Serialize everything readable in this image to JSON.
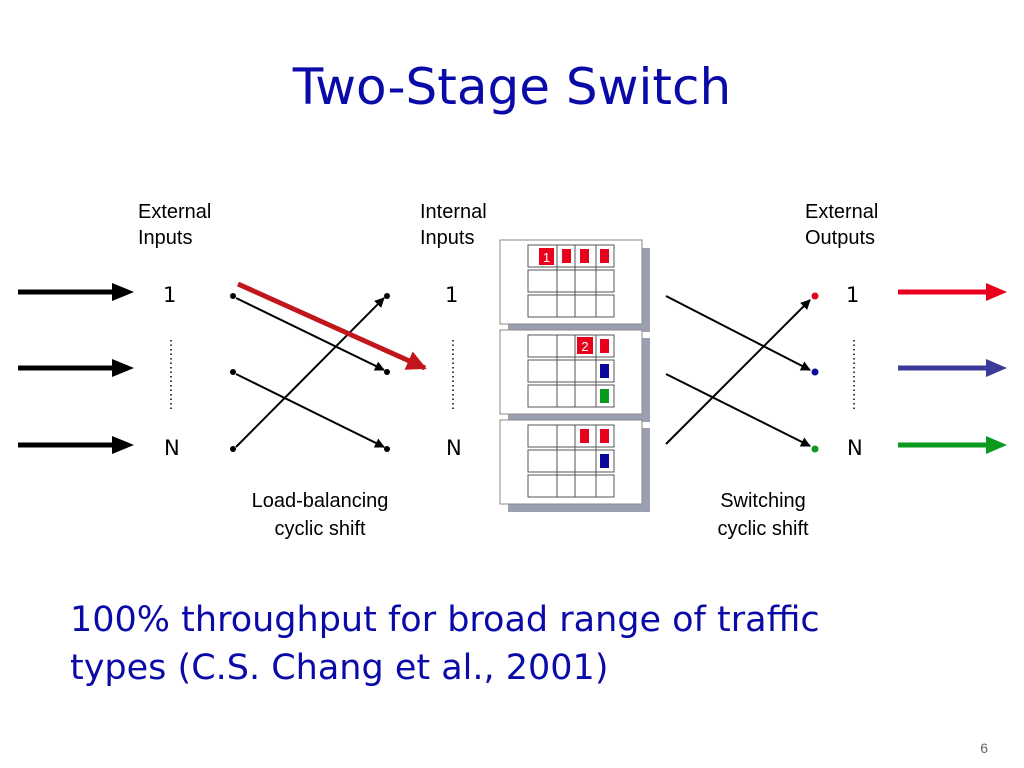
{
  "title": "Two-Stage Switch",
  "labels": {
    "external_inputs": [
      "External",
      "Inputs"
    ],
    "internal_inputs": [
      "Internal",
      "Inputs"
    ],
    "external_outputs": [
      "External",
      "Outputs"
    ],
    "port_first": "1",
    "port_last": "N",
    "load_balancing": [
      "Load-balancing",
      "cyclic shift"
    ],
    "switching": [
      "Switching",
      "cyclic shift"
    ]
  },
  "packet_labels": [
    "1",
    "2"
  ],
  "colors": {
    "red": "#e8001c",
    "blue": "#0a0a9a",
    "green": "#0a9a1e",
    "dark_red": "#c0161c",
    "output_blue": "#3a3a9a"
  },
  "footer_lines": [
    "100% throughput for broad range of traffic",
    "types (C.S. Chang et al., 2001)"
  ],
  "page_number": "6"
}
